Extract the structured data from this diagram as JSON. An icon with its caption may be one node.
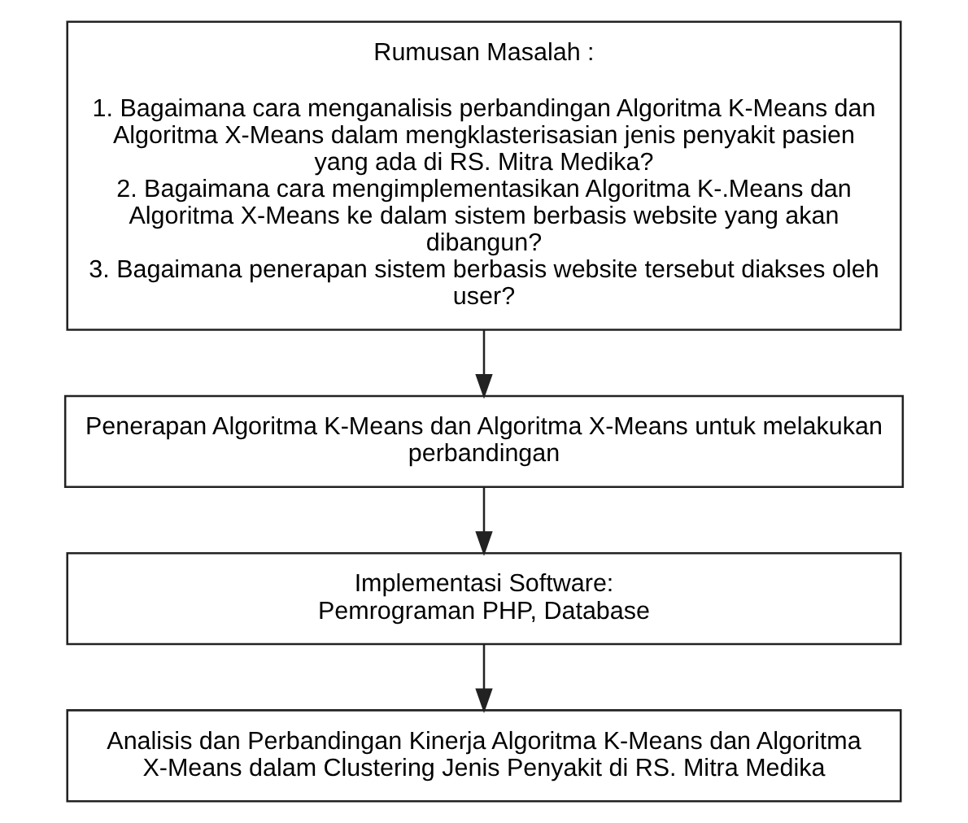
{
  "diagram": {
    "nodes": [
      {
        "text": [
          "Rumusan Masalah :",
          "1. Bagaimana cara menganalisis perbandingan Algoritma K-Means dan Algoritma X-Means dalam mengklasterisasian jenis penyakit pasien yang ada di RS. Mitra Medika?",
          "2. Bagaimana cara mengimplementasikan Algoritma K-.Means dan Algoritma X-Means ke dalam sistem berbasis website yang akan dibangun?",
          "3. Bagaimana penerapan sistem berbasis website tersebut diakses oleh user?"
        ]
      },
      {
        "text": [
          "Penerapan Algoritma K-Means dan Algoritma X-Means untuk melakukan perbandingan"
        ]
      },
      {
        "text": [
          "Implementasi Software:",
          "Pemrograman PHP, Database"
        ]
      },
      {
        "text": [
          "Analisis dan Perbandingan Kinerja Algoritma K-Means dan Algoritma X-Means dalam Clustering Jenis Penyakit di RS. Mitra Medika"
        ]
      }
    ],
    "edges": [
      {
        "from": 0,
        "to": 1,
        "arrow": "to"
      },
      {
        "from": 1,
        "to": 2,
        "arrow": "to"
      },
      {
        "from": 2,
        "to": 3,
        "arrow": "to"
      }
    ]
  }
}
